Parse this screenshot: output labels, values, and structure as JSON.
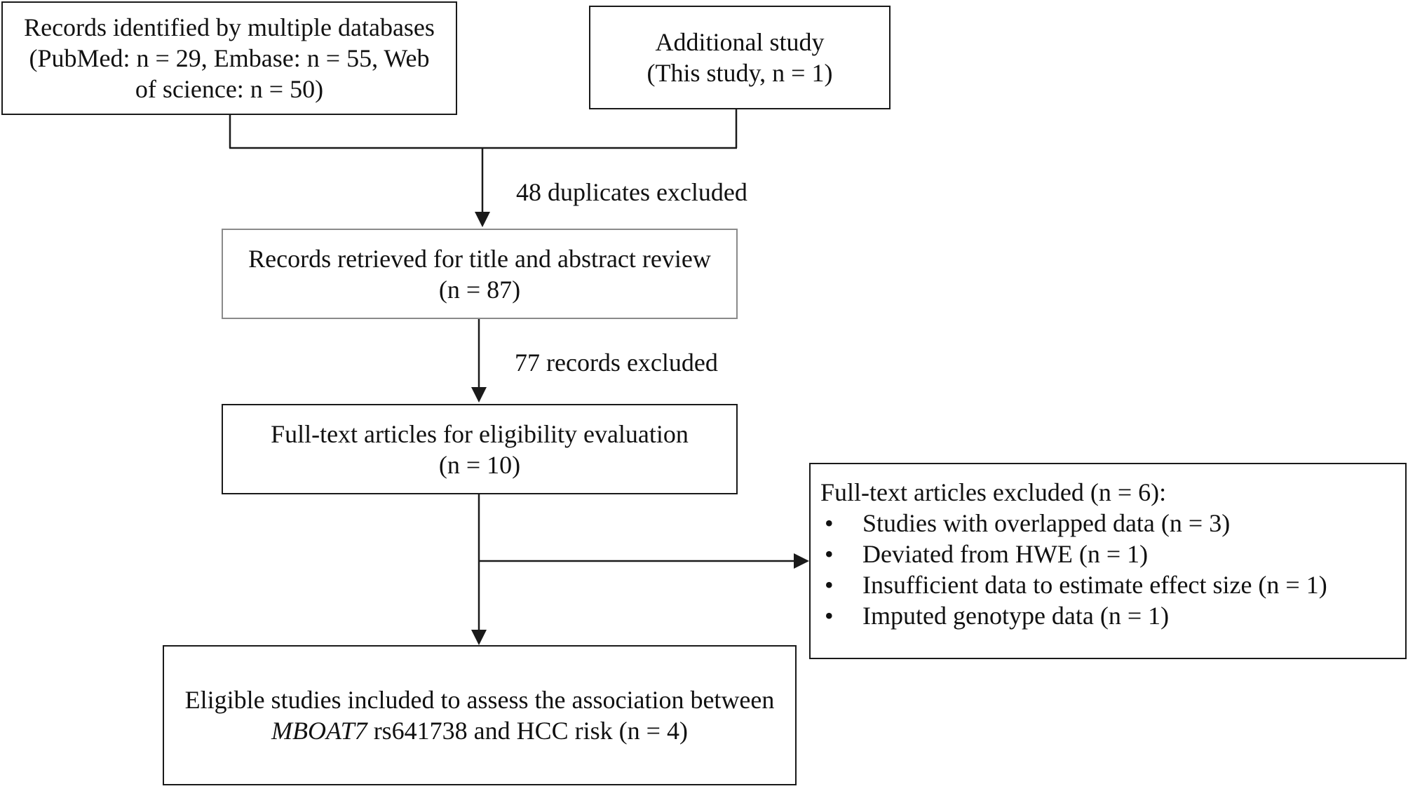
{
  "boxes": {
    "records_identified": {
      "line1": "Records identified by multiple databases",
      "line2": "(PubMed: n = 29, Embase: n = 55, Web",
      "line3": "of science: n = 50)"
    },
    "additional_study": {
      "line1": "Additional study",
      "line2": "(This study, n = 1)"
    },
    "title_abstract_review": {
      "line1": "Records retrieved for title and abstract review",
      "line2": "(n = 87)"
    },
    "fulltext_eligibility": {
      "line1": "Full-text articles for eligibility evaluation",
      "line2": "(n = 10)"
    },
    "fulltext_excluded": {
      "title": "Full-text articles excluded (n = 6):",
      "items": [
        "Studies with overlapped data (n = 3)",
        "Deviated from HWE (n = 1)",
        "Insufficient data to estimate effect size  (n = 1)",
        "Imputed genotype data (n = 1)"
      ],
      "bullet": "•"
    },
    "eligible_studies": {
      "line1": "Eligible studies included to assess the association between",
      "gene": "MBOAT7",
      "line2_rest": " rs641738 and HCC risk (n = 4)"
    }
  },
  "labels": {
    "duplicates_excluded": "48 duplicates excluded",
    "records_excluded": "77 records excluded"
  },
  "colors": {
    "stroke": "#1a1a1a",
    "light_border": "#8a8a8a",
    "text": "#111111",
    "background": "#ffffff"
  }
}
